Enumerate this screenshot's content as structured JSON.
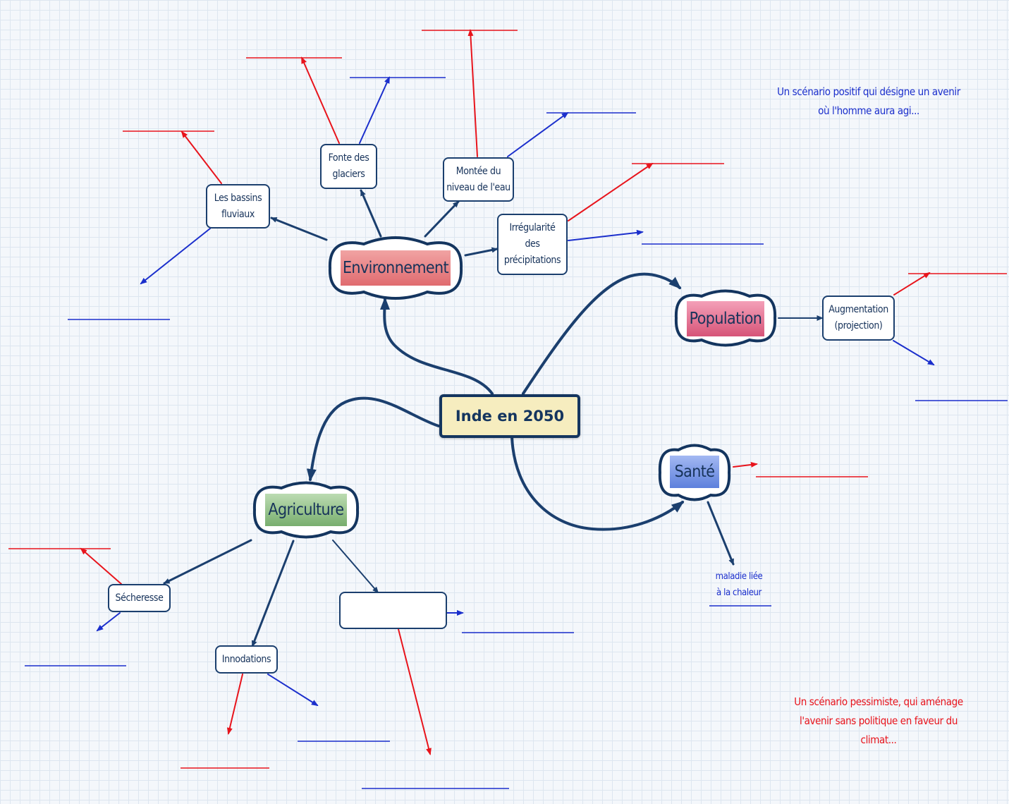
{
  "root": {
    "label": "Inde en 2050"
  },
  "branches": {
    "environnement": "Environnement",
    "population": "Population",
    "sante": "Santé",
    "agriculture": "Agriculture"
  },
  "subtopics": {
    "bassins": [
      "Les bassins",
      "fluviaux"
    ],
    "glaciers": [
      "Fonte des",
      "glaciers"
    ],
    "montee": [
      "Montée du",
      "niveau de l'eau"
    ],
    "irregularite": [
      "Irrégularité",
      "des",
      "précipitations"
    ],
    "augmentation": [
      "Augmentation",
      "(projection)"
    ],
    "maladie": [
      "maladie liée",
      "à la chaleur"
    ],
    "secheresse": "Sécheresse",
    "innodations": "Innodations",
    "empty_box": ""
  },
  "notes": {
    "positive": [
      "Un scénario positif qui désigne un avenir",
      "où l'homme aura agi..."
    ],
    "negative": [
      "Un scénario pessimiste, qui aménage",
      "l'avenir sans politique en faveur du",
      "climat..."
    ]
  },
  "colors": {
    "link": "#1b3f6e",
    "positive": "#1b2fcc",
    "negative": "#e8141c",
    "root_fill": "#f6edbf",
    "environnement_fill": "#e37b7e",
    "population_fill": "#db5e7e",
    "sante_fill": "#6f8ee0",
    "agriculture_fill": "#86b87c"
  }
}
